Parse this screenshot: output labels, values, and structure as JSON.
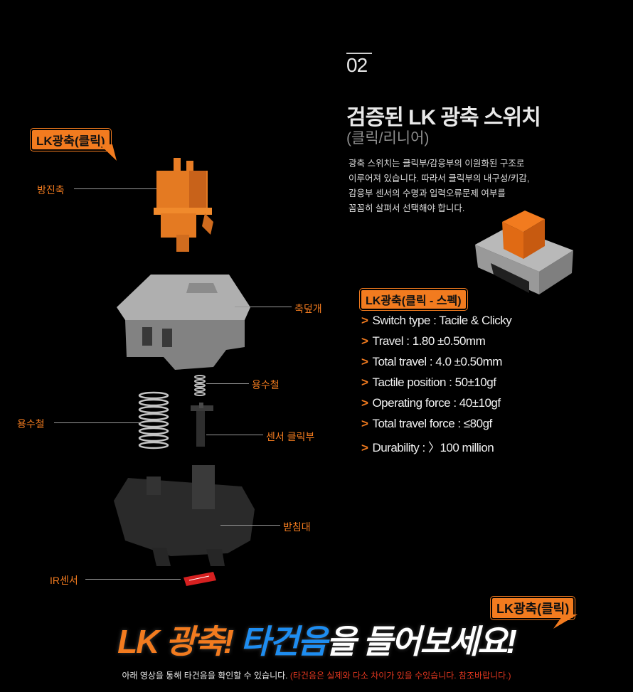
{
  "header": {
    "section_number": "02",
    "title": "검증된 LK 광축 스위치",
    "subtitle": "(클릭/리니어)",
    "description_lines": [
      "광축 스위치는 클릭부/감응부의 이원화된 구조로",
      "이루어져 있습니다. 따라서 클릭부의 내구성/키감,",
      "감응부 센서의 수명과 입력오류문제 여부를",
      "꼼꼼히 살펴서 선택해야 합니다."
    ]
  },
  "diagram": {
    "tag": "LK광축(클릭)",
    "labels": {
      "stem": "방진축",
      "cover": "축덮개",
      "small_spring": "용수철",
      "large_spring": "용수철",
      "sensor_click": "센서 클릭부",
      "base": "받침대",
      "ir_sensor": "IR센서"
    }
  },
  "spec": {
    "tag": "LK광축(클릭 - 스펙)",
    "items": [
      "Switch type : Tacile & Clicky",
      "Travel : 1.80 ±0.50mm",
      "Total travel : 4.0 ±0.50mm",
      "Tactile position : 50±10gf",
      "Operating force : 40±10gf",
      "Total travel force : ≤80gf",
      "Durability : 〉100 million"
    ],
    "arrow": ">"
  },
  "bottom": {
    "tag": "LK광축(클릭)",
    "headline_part1": "LK 광축! ",
    "headline_part2": "타건음",
    "headline_part3": "을 들어보세요!",
    "note_main": "아래 영상을 통해 타건음을 확인할 수 있습니다. ",
    "note_red": "(타건음은 실제와 다소 차이가 있을 수있습니다. 참조바랍니다.)"
  },
  "colors": {
    "accent_orange": "#f27b1f",
    "accent_blue": "#1e8df0",
    "note_red": "#e0361f",
    "background": "#000000"
  }
}
